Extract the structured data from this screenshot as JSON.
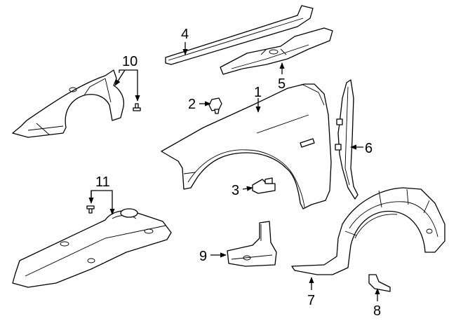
{
  "callouts": [
    "1",
    "2",
    "3",
    "4",
    "5",
    "6",
    "7",
    "8",
    "9",
    "10",
    "11"
  ],
  "colors": {
    "line": "#000000",
    "background": "#ffffff",
    "shade": "#e8e8e8"
  }
}
